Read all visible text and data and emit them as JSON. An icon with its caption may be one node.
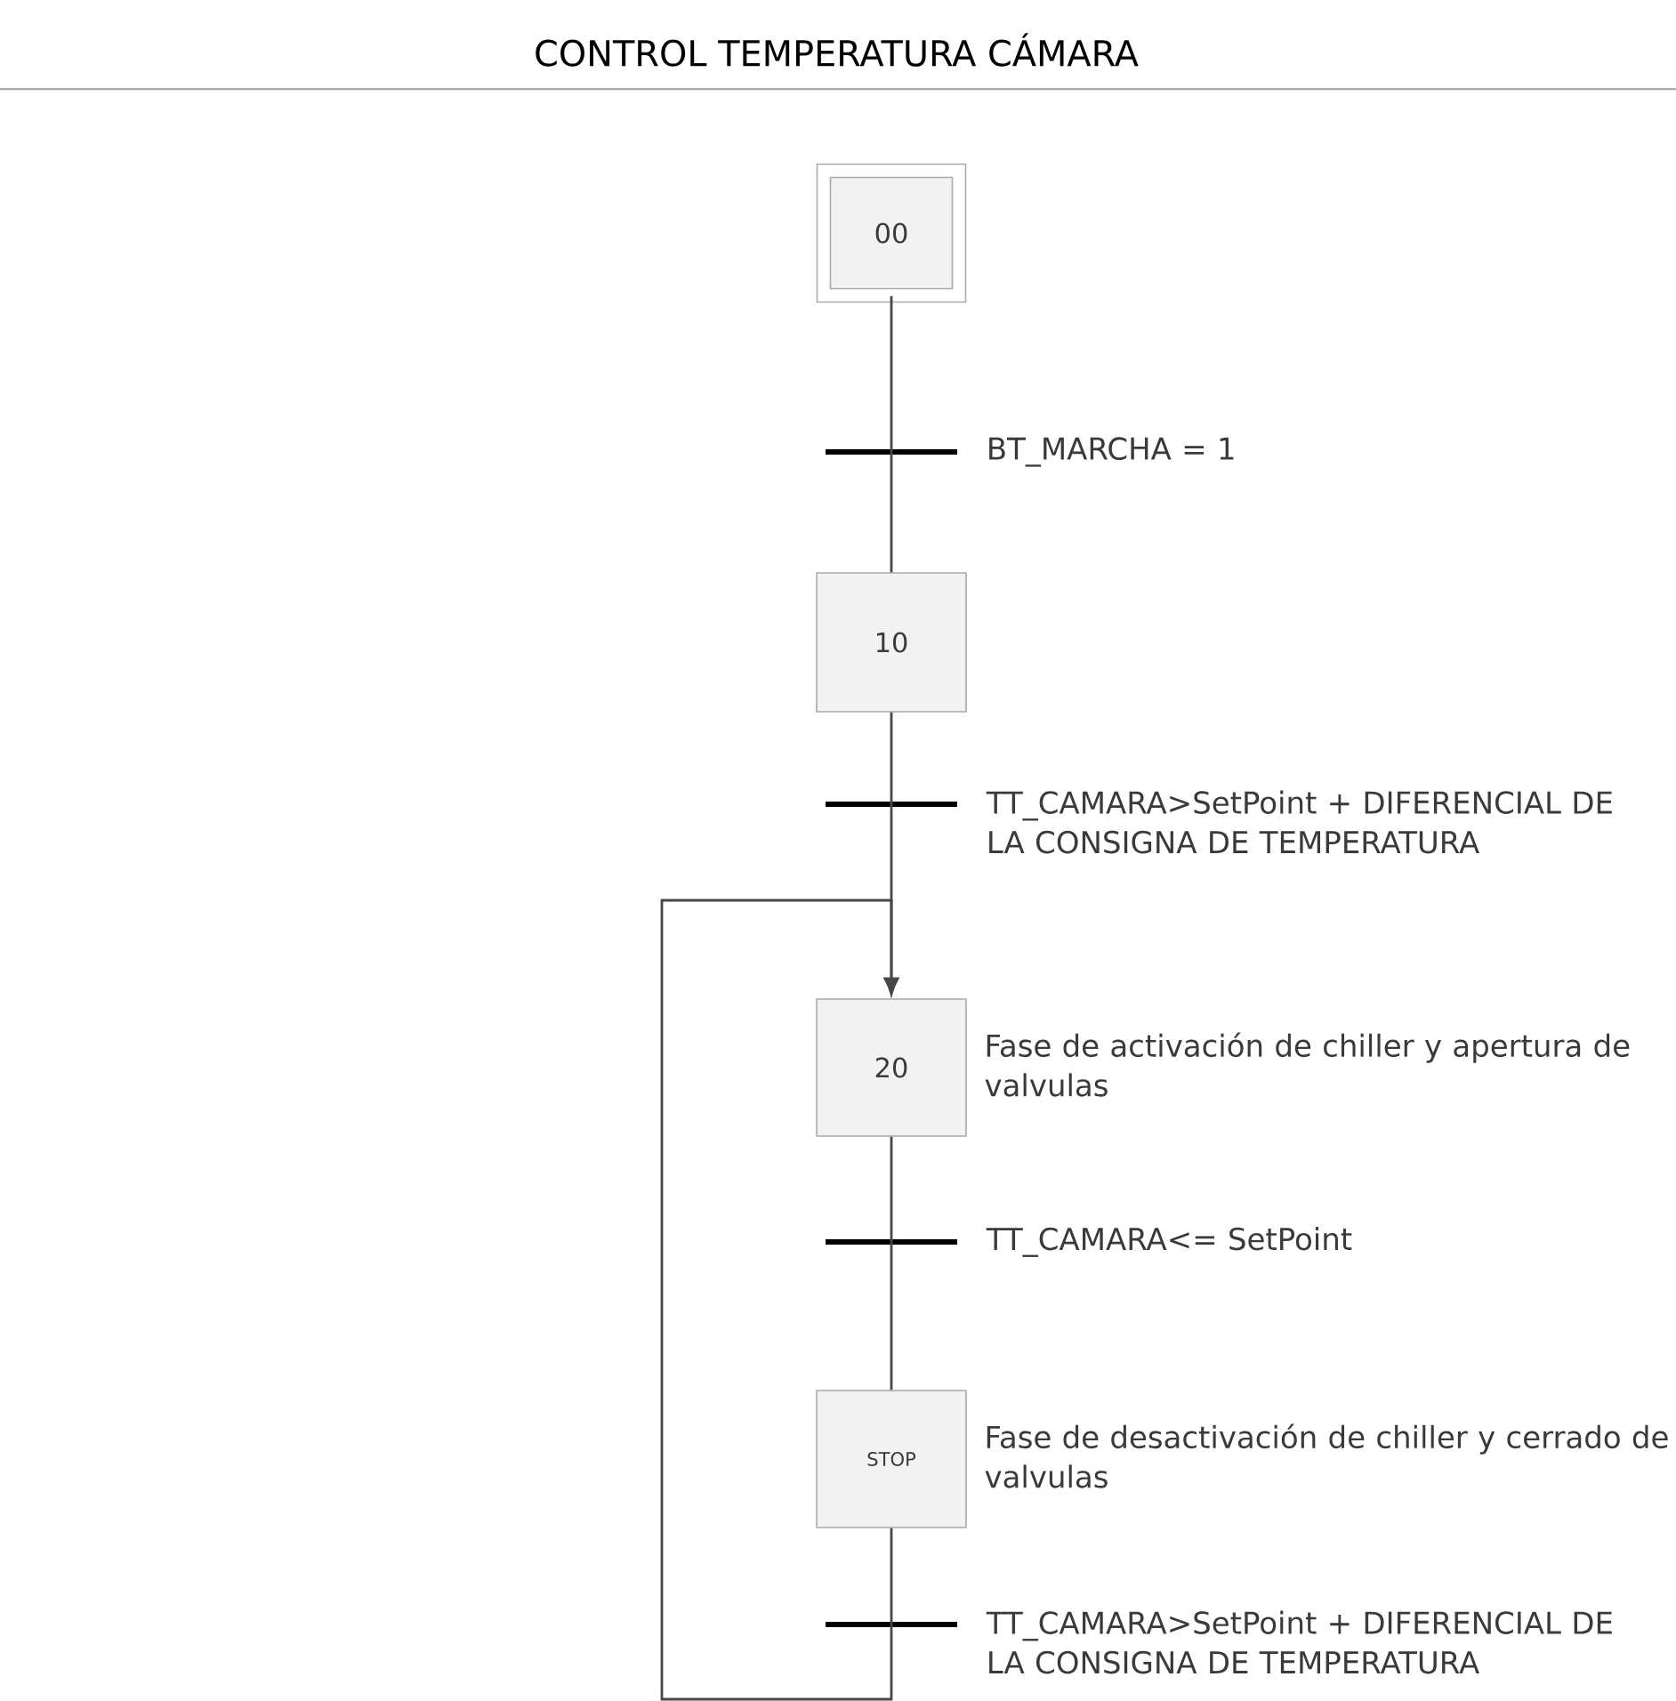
{
  "diagram": {
    "title": "CONTROL TEMPERATURA CÁMARA",
    "nodes": [
      {
        "text": [
          "00"
        ]
      },
      {
        "text": [
          "10"
        ]
      },
      {
        "text": [
          "20"
        ],
        "beside": [
          "Fase de activación de chiller y apertura de valvulas"
        ]
      },
      {
        "text": [
          "STOP"
        ],
        "beside": [
          "Fase de desactivación de chiller y cerrado de valvulas"
        ]
      }
    ],
    "edges": [
      {
        "from": 0,
        "to": 1,
        "arrow": "none",
        "label": "BT_MARCHA = 1"
      },
      {
        "from": 1,
        "to": 2,
        "arrow": "to",
        "label": "TT_CAMARA>SetPoint + DIFERENCIAL DE LA CONSIGNA DE TEMPERATURA"
      },
      {
        "from": 2,
        "to": 3,
        "arrow": "none",
        "label": "TT_CAMARA<= SetPoint"
      },
      {
        "from": 3,
        "to": 2,
        "arrow": "to",
        "label": "TT_CAMARA>SetPoint + DIFERENCIAL DE LA CONSIGNA DE TEMPERATURA"
      }
    ]
  }
}
